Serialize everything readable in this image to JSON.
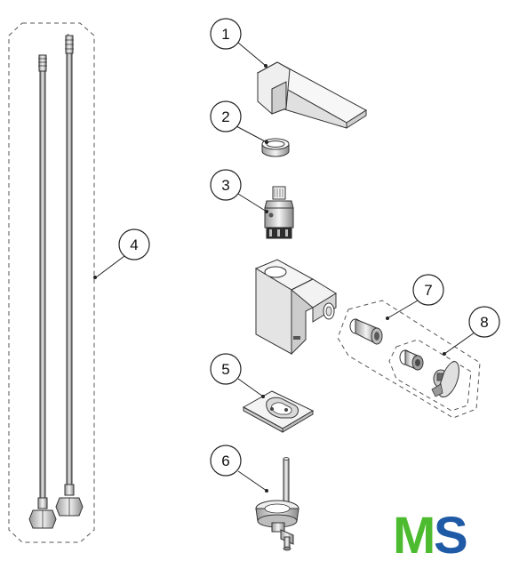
{
  "diagram": {
    "callouts": [
      {
        "id": "1",
        "label": "1"
      },
      {
        "id": "2",
        "label": "2"
      },
      {
        "id": "3",
        "label": "3"
      },
      {
        "id": "4",
        "label": "4"
      },
      {
        "id": "5",
        "label": "5"
      },
      {
        "id": "6",
        "label": "6"
      },
      {
        "id": "7",
        "label": "7"
      },
      {
        "id": "8",
        "label": "8"
      }
    ]
  },
  "logo": {
    "text_m": "M",
    "text_s": "S",
    "colors": {
      "green": "#4dbb2f",
      "blue": "#1f5aa6"
    }
  },
  "colors": {
    "line": "#3a3a3a",
    "fill_light": "#f2f2f2",
    "fill_mid": "#d9d9d9",
    "fill_dark": "#8a8a8a"
  }
}
